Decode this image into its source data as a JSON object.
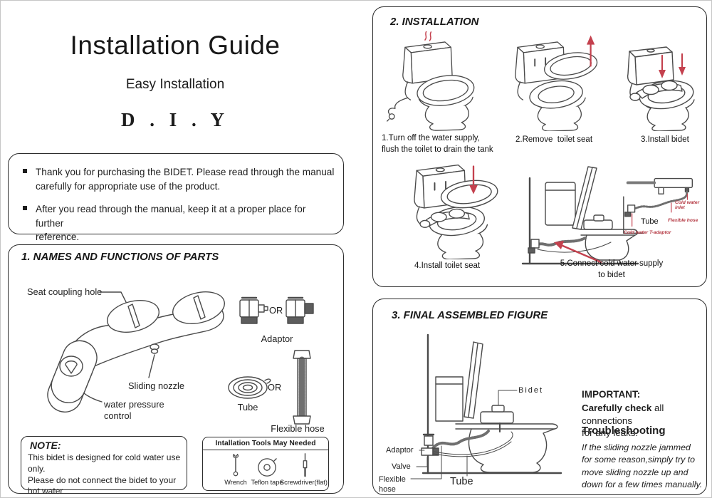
{
  "colors": {
    "accent_red": "#c4414e",
    "ink": "#1d1d1d"
  },
  "header": {
    "title": "Installation Guide",
    "subtitle": "Easy Installation",
    "diy": "D . I . Y"
  },
  "intro": {
    "bullets": [
      "Thank you for purchasing the BIDET. Please read through the manual\ncarefully for appropriate use of the product.",
      "After you read through the manual, keep it at a proper place for further\nreference."
    ]
  },
  "section1": {
    "title": "1. NAMES AND FUNCTIONS OF PARTS",
    "parts": {
      "seat_coupling_hole": "Seat coupling hole",
      "sliding_nozzle": "Sliding nozzle",
      "water_pressure_control": "water pressure\ncontrol",
      "adaptor": "Adaptor",
      "or_1": "OR",
      "tube": "Tube",
      "or_2": "OR",
      "flexible_hose": "Flexible hose"
    },
    "note": {
      "title": "NOTE:",
      "body": "This bidet is designed for cold water use only.\nPlease do not connect the bidet to your hot water\nsupply, as this can cause skin irritation."
    },
    "tools": {
      "title": "Intallation Tools May Needed",
      "items": [
        "Wrench",
        "Teflon tape",
        "Screwdriver(flat)"
      ]
    }
  },
  "section2": {
    "title": "2. INSTALLATION",
    "steps": [
      "1.Turn off the water supply,\nflush the toilet to drain the tank",
      "2.Remove  toilet seat",
      "3.Install bidet",
      "4.Install toilet seat",
      "5.Connect cold water supply\nto bidet"
    ],
    "detail": {
      "cold_water_inlet": "Cold water inlet",
      "flexible_hose": "Flexible hose",
      "cold_water_t_adaptor": "Cold water T-adaptor",
      "tube": "Tube"
    }
  },
  "section3": {
    "title": "3. FINAL ASSEMBLED FIGURE",
    "labels": {
      "bidet": "Bidet",
      "adaptor": "Adaptor",
      "valve": "Valve",
      "flexible_hose": "Flexible\nhose",
      "tube": "Tube"
    },
    "important": {
      "title": "IMPORTANT:",
      "bold": "Carefully check",
      "rest": " all connections\nfor any leaks."
    },
    "troubleshooting": {
      "title": "Troubleshooting",
      "body": "If the sliding nozzle jammed\nfor some reason,simply try to\nmove sliding nozzle up and\ndown for a few times manually."
    }
  },
  "figures": [
    "bidet-unit-figure",
    "adaptor-figure",
    "tube-figure",
    "flexible-hose-figure",
    "wrench-icon",
    "teflon-tape-icon",
    "screwdriver-icon",
    "toilet-step-1-figure",
    "toilet-step-2-figure",
    "toilet-step-3-figure",
    "toilet-step-4-figure",
    "toilet-step-5-figure",
    "connection-detail-figure",
    "final-assembly-figure"
  ]
}
